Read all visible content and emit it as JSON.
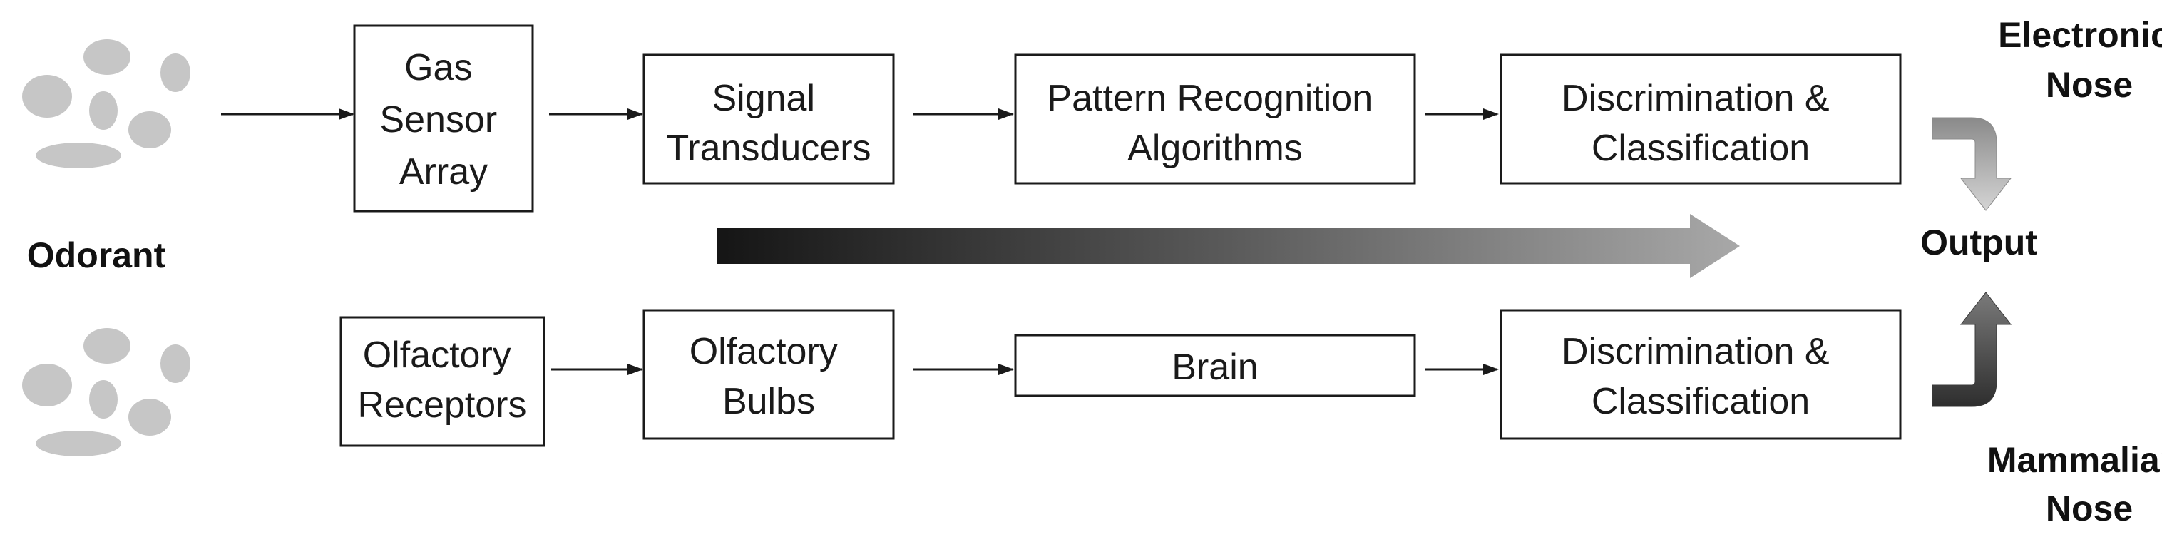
{
  "odorant_label": "Odorant",
  "top_row": [
    {
      "id": "gas-sensor-array",
      "lines": [
        "Gas",
        "Sensor",
        "Array"
      ]
    },
    {
      "id": "signal-transducers",
      "lines": [
        "Signal",
        "Transducers"
      ]
    },
    {
      "id": "pattern-recognition-algorithms",
      "lines": [
        "Pattern Recognition",
        "Algorithms"
      ]
    },
    {
      "id": "discrimination-classification-top",
      "lines": [
        "Discrimination &",
        "Classification"
      ]
    }
  ],
  "bottom_row": [
    {
      "id": "olfactory-receptors",
      "lines": [
        "Olfactory",
        "Receptors"
      ]
    },
    {
      "id": "olfactory-bulbs",
      "lines": [
        "Olfactory",
        "Bulbs"
      ]
    },
    {
      "id": "brain",
      "lines": [
        "Brain"
      ]
    },
    {
      "id": "discrimination-classification-bottom",
      "lines": [
        "Discrimination &",
        "Classification"
      ]
    }
  ],
  "electronic_nose_label": [
    "Electronic",
    "Nose"
  ],
  "mammalian_nose_label": [
    "Mammalian",
    "Nose"
  ],
  "output_label": "Output"
}
